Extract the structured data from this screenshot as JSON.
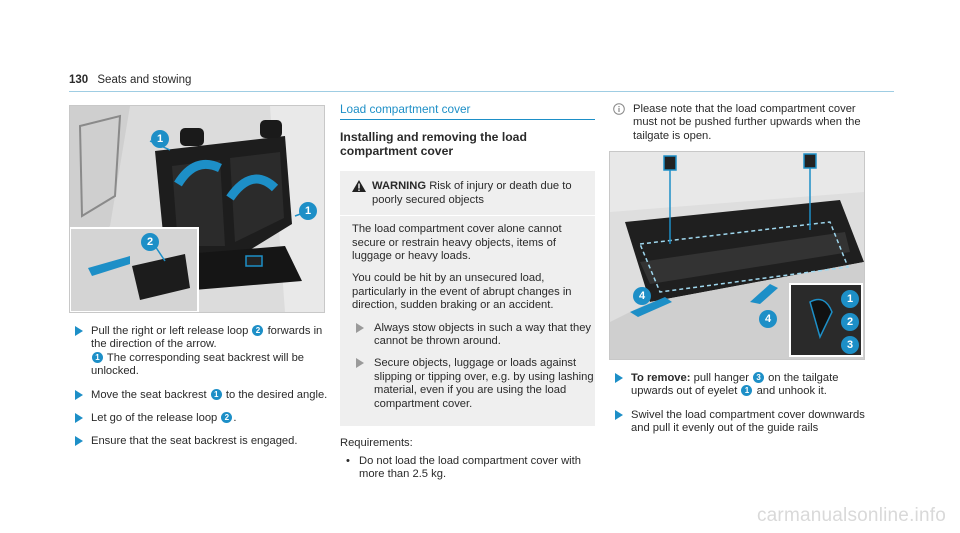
{
  "header": {
    "page_number": "130",
    "section": "Seats and stowing"
  },
  "left": {
    "step1_pre": "Pull the right or left release loop",
    "step1_post": "forwards in the direction of the arrow.",
    "step1_sub": "The corresponding seat backrest will be unlocked.",
    "step2_pre": "Move the seat backrest",
    "step2_post": "to the desired angle.",
    "step3_pre": "Let go of the release loop",
    "step3_post": ".",
    "step4": "Ensure that the seat backrest is engaged."
  },
  "middle": {
    "section_title": "Load compartment cover",
    "subtitle": "Installing and removing the load compartment cover",
    "warning": {
      "label": "WARNING",
      "headline": "Risk of injury or death due to poorly secured objects",
      "p1": "The load compartment cover alone cannot secure or restrain heavy objects, items of luggage or heavy loads.",
      "p2": "You could be hit by an unsecured load, particularly in the event of abrupt changes in direction, sudden braking or an accident.",
      "s1": "Always stow objects in such a way that they cannot be thrown around.",
      "s2": "Secure objects, luggage or loads against slipping or tipping over, e.g. by using lashing material, even if you are using the load compartment cover."
    },
    "req_label": "Requirements:",
    "req_item": "Do not load the load compartment cover with more than 2.5 kg."
  },
  "right": {
    "note": "Please note that the load compartment cover must not be pushed further upwards when the tailgate is open.",
    "step1_label": "To remove:",
    "step1_a": "pull hanger",
    "step1_b": "on the tailgate upwards out of eyelet",
    "step1_c": "and unhook it.",
    "step2": "Swivel the load compartment cover downwards and pull it evenly out of the guide rails"
  },
  "markers": {
    "m1": "1",
    "m2": "2",
    "m3": "3",
    "m4": "4"
  },
  "watermark": "carmanualsonline.info",
  "colors": {
    "accent": "#1d8fc7",
    "rule": "#9fcde3",
    "warning_bg": "#efefef"
  }
}
